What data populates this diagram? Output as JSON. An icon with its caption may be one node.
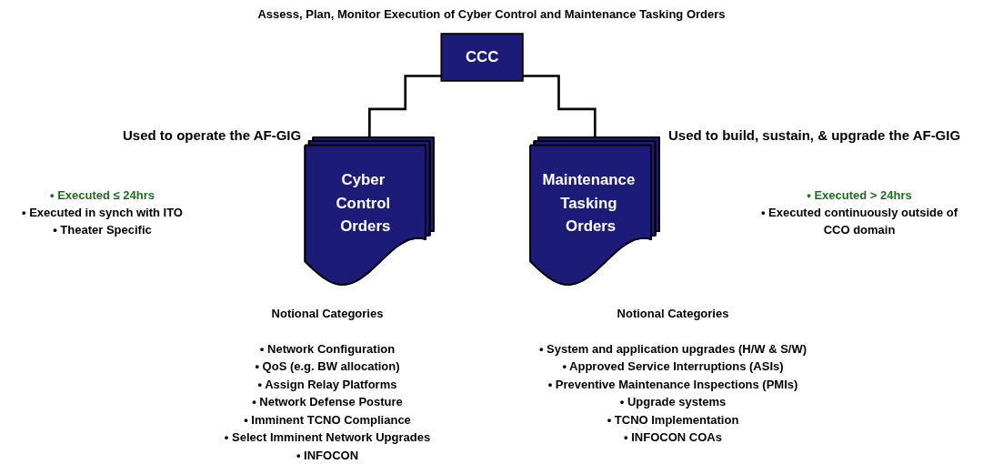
{
  "diagram": {
    "title": "Assess, Plan, Monitor Execution of Cyber Control and Maintenance Tasking Orders",
    "nodes": [
      {
        "text": [
          "CCC"
        ]
      },
      {
        "text": [
          "Cyber Control Orders"
        ],
        "beside": [
          "Used to operate the AF-GIG",
          "• Executed ≤ 24hrs",
          "• Executed in synch with ITO",
          "• Theater Specific",
          "Notional Categories",
          "• Network Configuration",
          "• QoS (e.g. BW allocation)",
          "• Assign Relay Platforms",
          "• Network Defense Posture",
          "• Imminent TCNO Compliance",
          "• Select Imminent Network Upgrades",
          "• INFOCON"
        ]
      },
      {
        "text": [
          "Maintenance Tasking Orders"
        ],
        "beside": [
          "Used to build, sustain, & upgrade the AF-GIG",
          "• Executed > 24hrs",
          "• Executed continuously outside of CCO domain",
          "Notional Categories",
          "• System and application upgrades (H/W & S/W)",
          "• Approved Service Interruptions (ASIs)",
          "• Preventive Maintenance Inspections (PMIs)",
          "• Upgrade systems",
          "• TCNO Implementation",
          "• INFOCON COAs"
        ]
      }
    ],
    "edges": [
      {
        "from": 0,
        "to": 1,
        "arrow": "none"
      },
      {
        "from": 0,
        "to": 2,
        "arrow": "none"
      }
    ]
  }
}
